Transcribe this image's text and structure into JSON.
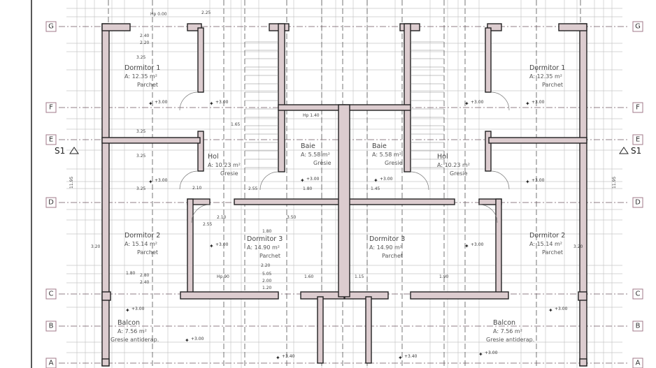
{
  "axes": [
    "G",
    "F",
    "E",
    "D",
    "C",
    "B",
    "A"
  ],
  "section_marker": "S1",
  "overall_dimension": "11.95",
  "rooms": [
    {
      "name": "Dormitor 1",
      "area": "A:  12.35 m²",
      "finish": "Parchet"
    },
    {
      "name": "Hol",
      "area": "A: 10.23 m²",
      "finish": "Gresie"
    },
    {
      "name": "Baie",
      "area": "A: 5.58 m²",
      "finish": "Gresie"
    },
    {
      "name": "Dormitor 2",
      "area": "A:  15.14 m²",
      "finish": "Parchet"
    },
    {
      "name": "Dormitor 3",
      "area": "A:  14.90 m²",
      "finish": "Parchet"
    },
    {
      "name": "Balcon",
      "area": "A:        7.56 m²",
      "finish": "Gresie antiderap."
    },
    {
      "name": "Dormitor 1",
      "area": "A:  12.35 m²",
      "finish": "Parchet"
    },
    {
      "name": "Hol",
      "area": "A: 10.23 m²",
      "finish": "Gresie"
    },
    {
      "name": "Baie",
      "area": "A: 5.58 m²",
      "finish": "Gresie"
    },
    {
      "name": "Dormitor 2",
      "area": "A:  15.14 m²",
      "finish": "Parchet"
    },
    {
      "name": "Dormitor 3",
      "area": "A:  14.90 m²",
      "finish": "Parchet"
    },
    {
      "name": "Balcon",
      "area": "A:        7.56 m²",
      "finish": "Gresie antiderap."
    }
  ],
  "elevations": [
    "+3.00",
    "+3.00",
    "+3.00",
    "+3.00",
    "+3.00",
    "+3.00",
    "+3.00",
    "+3.40",
    "+3.00",
    "+3.00",
    "+3.00",
    "+3.00",
    "+3.00",
    "+3.00",
    "+3.00",
    "+3.40"
  ],
  "dimensions": [
    "2.40",
    "2.20",
    "Hp 0.00",
    "2.25",
    "3.25",
    "3.25",
    "3.25",
    "3.25",
    "1.65",
    "2.55",
    "Hp 1.40",
    "1.80",
    "1.80",
    "2.80",
    "2.40",
    "2.20",
    "5.05",
    "2.00",
    "1.20",
    "Hp 90",
    "1.60",
    "1.45",
    "1.80",
    "2.55",
    "3.50",
    "2.10",
    "2.10",
    "1.15",
    "1.90",
    "3.20",
    "3.20"
  ],
  "colors": {
    "wall_fill": "#dccccf",
    "axis_line": "#6e5560"
  }
}
